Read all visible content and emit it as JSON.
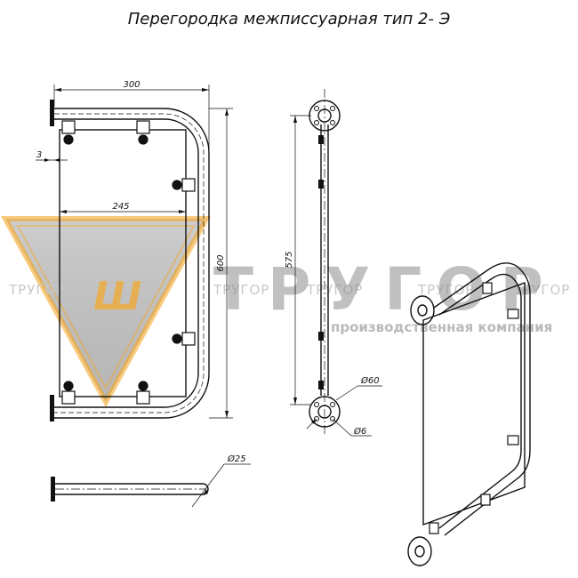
{
  "title": "Перегородка межписсуарная тип 2- Э",
  "dimensions": {
    "width_total": "300",
    "inner_width": "245",
    "gap": "3",
    "height_total": "600",
    "height_side": "575",
    "flange_diameter": "Ø60",
    "hole_diameter": "Ø6",
    "tube_diameter": "Ø25"
  },
  "watermark": {
    "repeat_text": "ТРУГОР",
    "brand": "ТРУГОР",
    "tagline": "производственная компания"
  },
  "colors": {
    "line": "#111111",
    "watermark_orange": "#f5a623",
    "watermark_gray": "#8c8c8c"
  }
}
